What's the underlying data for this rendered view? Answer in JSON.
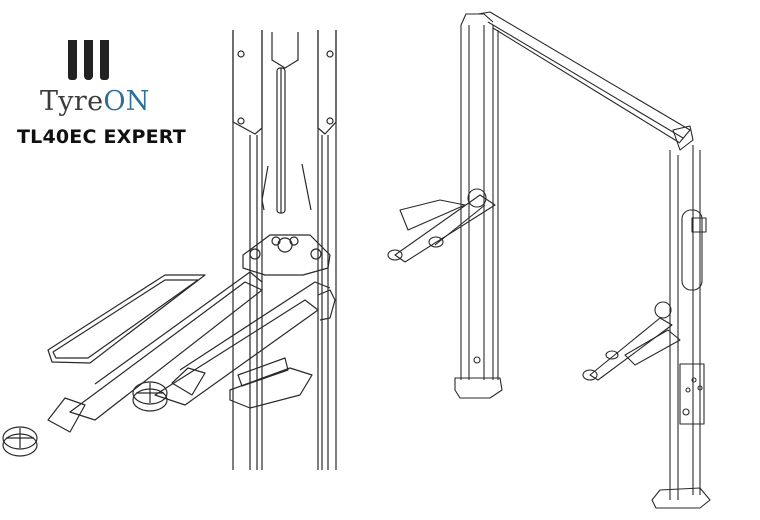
{
  "logo": {
    "icon": "three-bars-icon",
    "brand_part1": "Tyre",
    "brand_part2": "ON",
    "model": "TL40EC EXPERT",
    "colors": {
      "bars": "#222222",
      "tyre": "#3b3b3b",
      "on": "#2e6f9a"
    }
  },
  "figures": [
    {
      "name": "lift-arm-detail",
      "description": "Close-up line drawing of lift column with swing arms and adapter pads"
    },
    {
      "name": "two-post-lift-overview",
      "description": "Isometric line drawing of two-post overhead car lift"
    }
  ]
}
